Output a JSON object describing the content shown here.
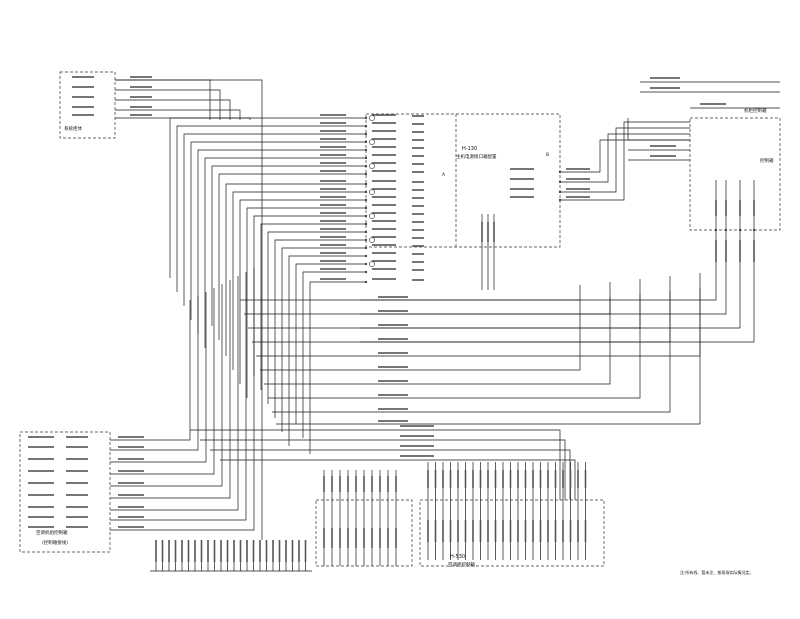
{
  "labels": {
    "top_left_block": "系统柜体",
    "center_box_code": "H-130",
    "center_box_name": "主机电源接口箱配置",
    "center_tag_a": "A",
    "center_tag_b": "B",
    "right_top_label": "机柜控制箱",
    "right_box_name": "控制箱",
    "left_lower_box_name": "空调机组控制箱",
    "left_lower_box_sub": "(控制箱接线)",
    "bottom_right_code": "H-530",
    "bottom_right_name": "空调柜控制箱",
    "footnote": "注:所有线、管未注、按现场实际情况定。"
  }
}
